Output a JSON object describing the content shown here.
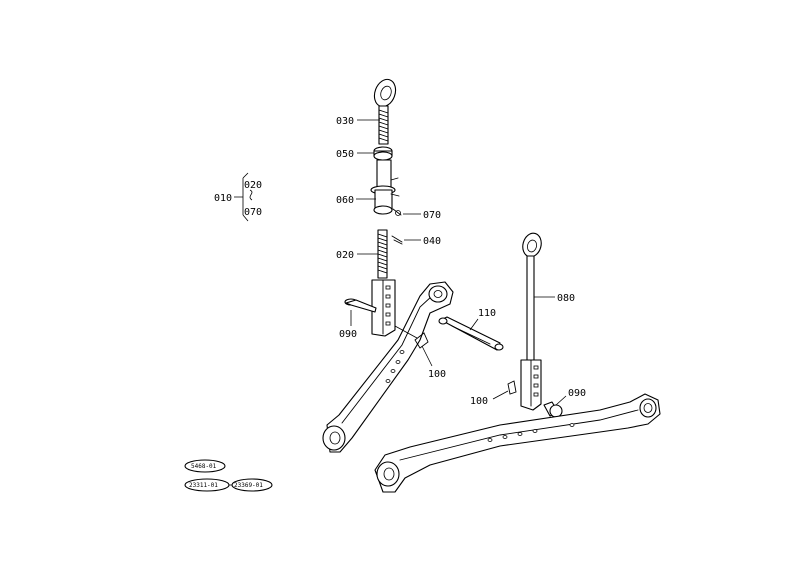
{
  "colors": {
    "line": "#000000",
    "background": "#ffffff"
  },
  "callouts": {
    "c010": "010",
    "c020_group": "020",
    "c070_group": "070",
    "c030": "030",
    "c050": "050",
    "c060": "060",
    "c070": "070",
    "c020": "020",
    "c040": "040",
    "c090_left": "090",
    "c100_left": "100",
    "c110": "110",
    "c080": "080",
    "c100_right": "100",
    "c090_right": "090"
  },
  "reference_tags": {
    "tag_top": "5468-01",
    "tag_left": "23311-01",
    "tag_right": "23369-01"
  }
}
